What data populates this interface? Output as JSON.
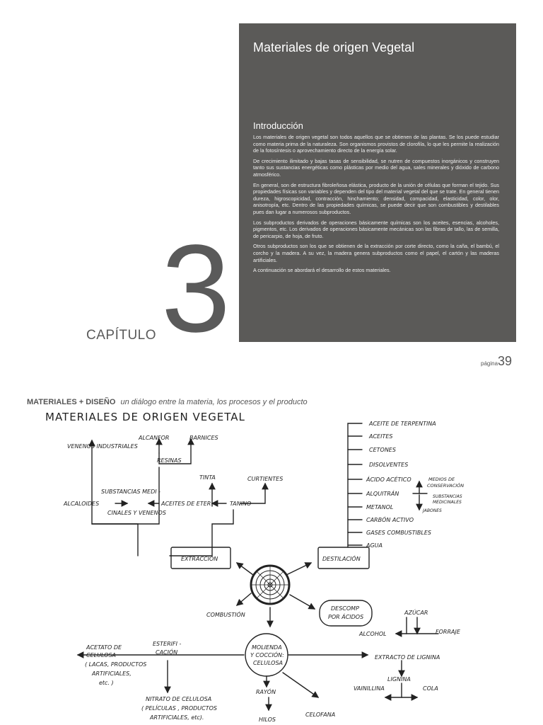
{
  "panel": {
    "title": "Materiales de origen Vegetal",
    "intro_heading": "Introducción",
    "paragraphs": [
      "Los materiales de origen vegetal son todos aquellos que se obtienen de las plantas. Se los puede estudiar como materia prima de la naturaleza. Son organismos provistos de clorofila, lo que les permite la realización de la fotosíntesis o aprovechamiento directo de la energía solar.",
      "De crecimiento ilimitado y bajas tasas de sensibilidad, se nutren de compuestos inorgánicos y construyen tanto sus sustancias energéticas como plásticas por medio del agua, sales minerales y dióxido de carbono atmosférico.",
      "En general, son de estructura fibroleñosa elástica, producto de la unión de células que forman el tejido. Sus propiedades físicas son variables y dependen del tipo del material vegetal del que se trate. En general tienen dureza, higroscopicidad, contracción, hinchamiento; densidad, compacidad, elasticidad, color, olor, anisotropía, etc. Dentro de las propiedades químicas, se puede decir que son combustibles y destilables pues dan lugar a numerosos subproductos.",
      "Los subproductos derivados de operaciones básicamente químicas son los aceites, esencias, alcoholes, pigmentos, etc. Los derivados de operaciones básicamente mecánicas son las fibras de tallo, las de semilla, de pericarpio, de hoja, de fruto.",
      "Otros subproductos son los que se obtienen de la extracción por corte directo, como la caña, el bambú, el corcho y la madera. A su vez, la madera genera subproductos como el papel, el cartón y las maderas artificiales.",
      "A continuación se abordará el desarrollo de estos materiales."
    ]
  },
  "chapter": {
    "word": "CAPÍTULO",
    "number": "3"
  },
  "page": {
    "word": "página",
    "number": "39"
  },
  "running_head": {
    "bold": "MATERIALES + DISEÑO",
    "italic": "un diálogo entre la materia, los procesos y el producto"
  },
  "diagram": {
    "title": "MATERIALES DE ORIGEN VEGETAL",
    "extraccion": "EXTRACCIÓN",
    "destilacion": "DESTILACIÓN",
    "descomp1": "DESCOMP",
    "descomp2": "POR ÁCIDOS",
    "combustion": "COMBUSTIÓN",
    "molienda1": "MOLIENDA",
    "molienda2": "Y COCCIÓN:",
    "molienda3": "CELULOSA",
    "alcanfor": "ALCANFOR",
    "barnices": "BARNICES",
    "venenos_ind": "VENENOS INDUSTRIALES",
    "resinas": "RESINAS",
    "tinta": "TINTA",
    "curtientes": "CURTIENTES",
    "sust1": "SUBSTANCIAS MEDI -",
    "sust2": "CINALES Y VENENOS",
    "alcaloides": "ALCALOIDES",
    "aceites_eter": "ACEITES DE ETER",
    "tanino": "TANINO",
    "dest_items": [
      "ACEITE DE TERPENTINA",
      "ACEITES",
      "CETONES",
      "DISOLVENTES",
      "ÁCIDO ACÉTICO",
      "ALQUITRÁN",
      "METANOL",
      "CARBÓN ACTIVO",
      "GASES COMBUSTIBLES",
      "AGUA"
    ],
    "medios1": "MEDIOS DE",
    "medios2": "CONSERVACIÓN",
    "subst_med1": "SUBSTANCIAS",
    "subst_med2": "MEDICINALES",
    "jabones": "JABONES",
    "azucar": "AZÚCAR",
    "alcohol": "ALCOHOL",
    "forraje": "FORRAJE",
    "esterif1": "ESTERIFI -",
    "esterif2": "CACIÓN",
    "acetato1": "ACETATO DE",
    "acetato2": "CELULOSA",
    "acetato3": "( LACAS, PRODUCTOS",
    "acetato4": "ARTIFICIALES,",
    "acetato5": "etc. )",
    "nitrato1": "NITRATO DE CELULOSA",
    "nitrato2": "( PELÍCULAS , PRODUCTOS",
    "nitrato3": "ARTIFICIALES, etc).",
    "rayon": "RAYÓN",
    "hilos": "HILOS",
    "celofana": "CELOFANA",
    "extracto": "EXTRACTO DE LIGNINA",
    "lignina": "LIGNINA",
    "vainilla": "VAINILLINA",
    "cola": "COLA"
  }
}
